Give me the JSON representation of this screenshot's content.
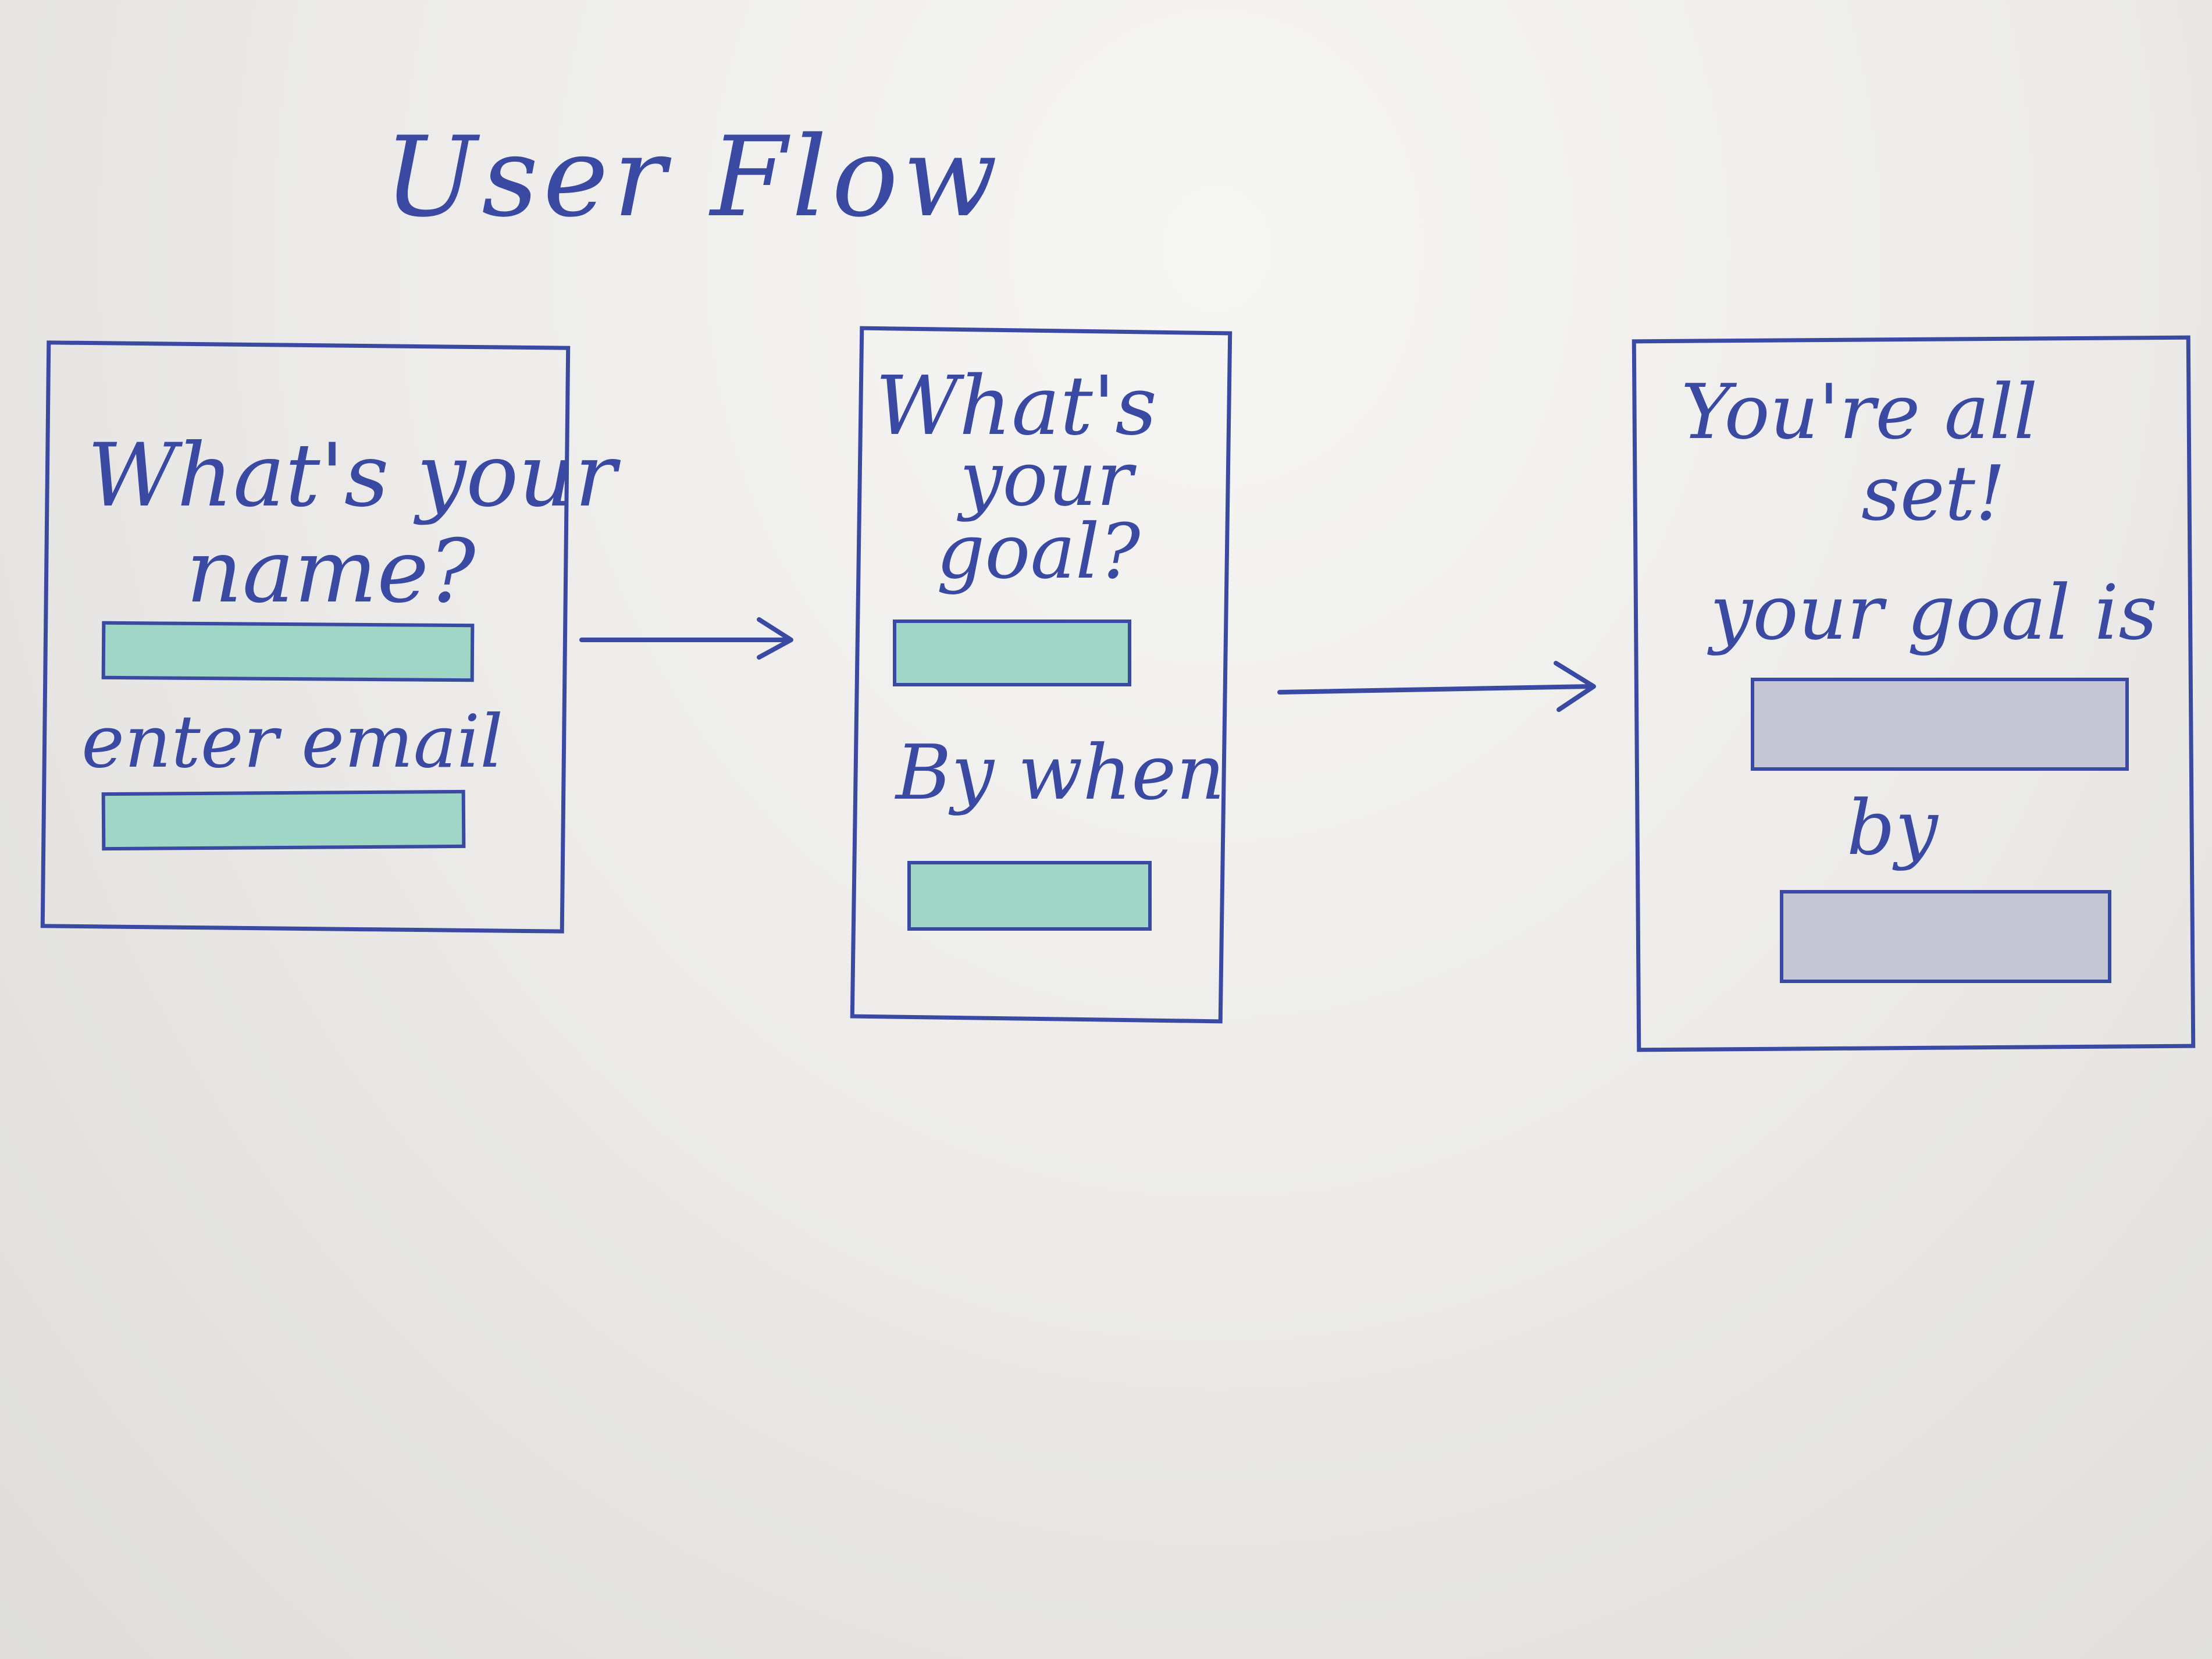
{
  "title": "User Flow",
  "colors": {
    "ink": "#3a4aa3",
    "teal_fill": "#9fd6c6",
    "grey_fill": "#c4c6d3",
    "paper": "#ecebea"
  },
  "screens": [
    {
      "question_line1": "What's your",
      "question_line2": "name?",
      "field_fill": "teal",
      "label2": "enter email",
      "field2_fill": "teal"
    },
    {
      "question_line1": "What's",
      "question_line2": "your",
      "question_line3": "goal?",
      "field_fill": "teal",
      "label2": "By when",
      "field2_fill": "teal"
    },
    {
      "question_line1": "You're all",
      "question_line2": "set!",
      "label1": "your goal is",
      "field_fill": "grey",
      "label2": "by",
      "field2_fill": "grey"
    }
  ],
  "arrows": [
    "arrow-1-to-2",
    "arrow-2-to-3"
  ]
}
